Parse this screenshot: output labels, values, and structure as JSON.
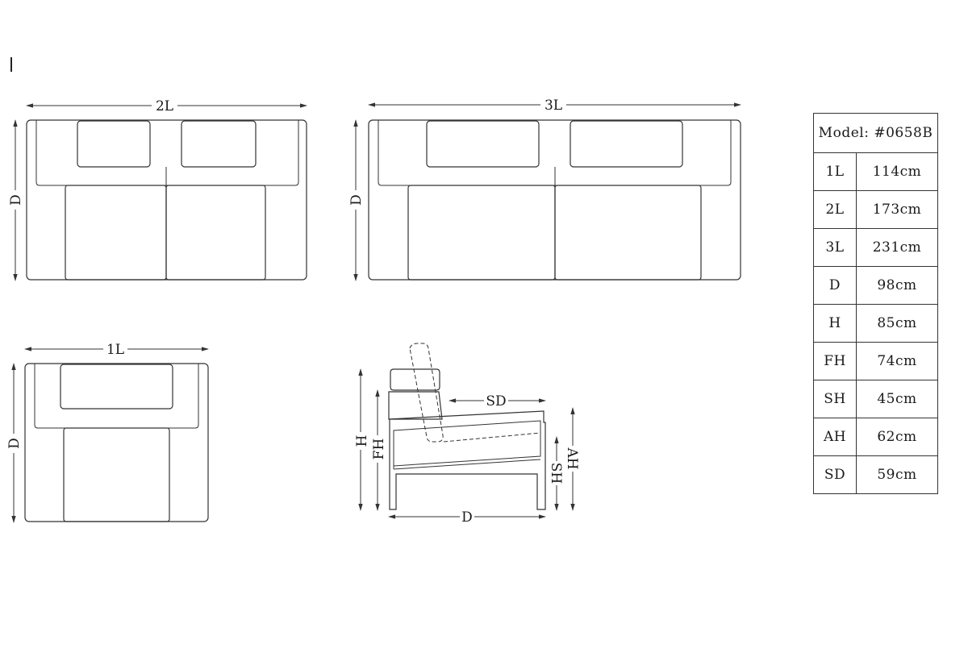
{
  "top_views": {
    "two_seater": {
      "width_label": "2L",
      "depth_label": "D"
    },
    "three_seater": {
      "width_label": "3L",
      "depth_label": "D"
    },
    "one_seater": {
      "width_label": "1L",
      "depth_label": "D"
    }
  },
  "side_view": {
    "labels": {
      "h": "H",
      "fh": "FH",
      "sd": "SD",
      "sh": "SH",
      "ah": "AH",
      "d": "D"
    }
  },
  "spec_table": {
    "title": "Model: #0658B",
    "rows": [
      {
        "key": "1L",
        "value": "114cm"
      },
      {
        "key": "2L",
        "value": "173cm"
      },
      {
        "key": "3L",
        "value": "231cm"
      },
      {
        "key": "D",
        "value": "98cm"
      },
      {
        "key": "H",
        "value": "85cm"
      },
      {
        "key": "FH",
        "value": "74cm"
      },
      {
        "key": "SH",
        "value": "45cm"
      },
      {
        "key": "AH",
        "value": "62cm"
      },
      {
        "key": "SD",
        "value": "59cm"
      }
    ]
  }
}
